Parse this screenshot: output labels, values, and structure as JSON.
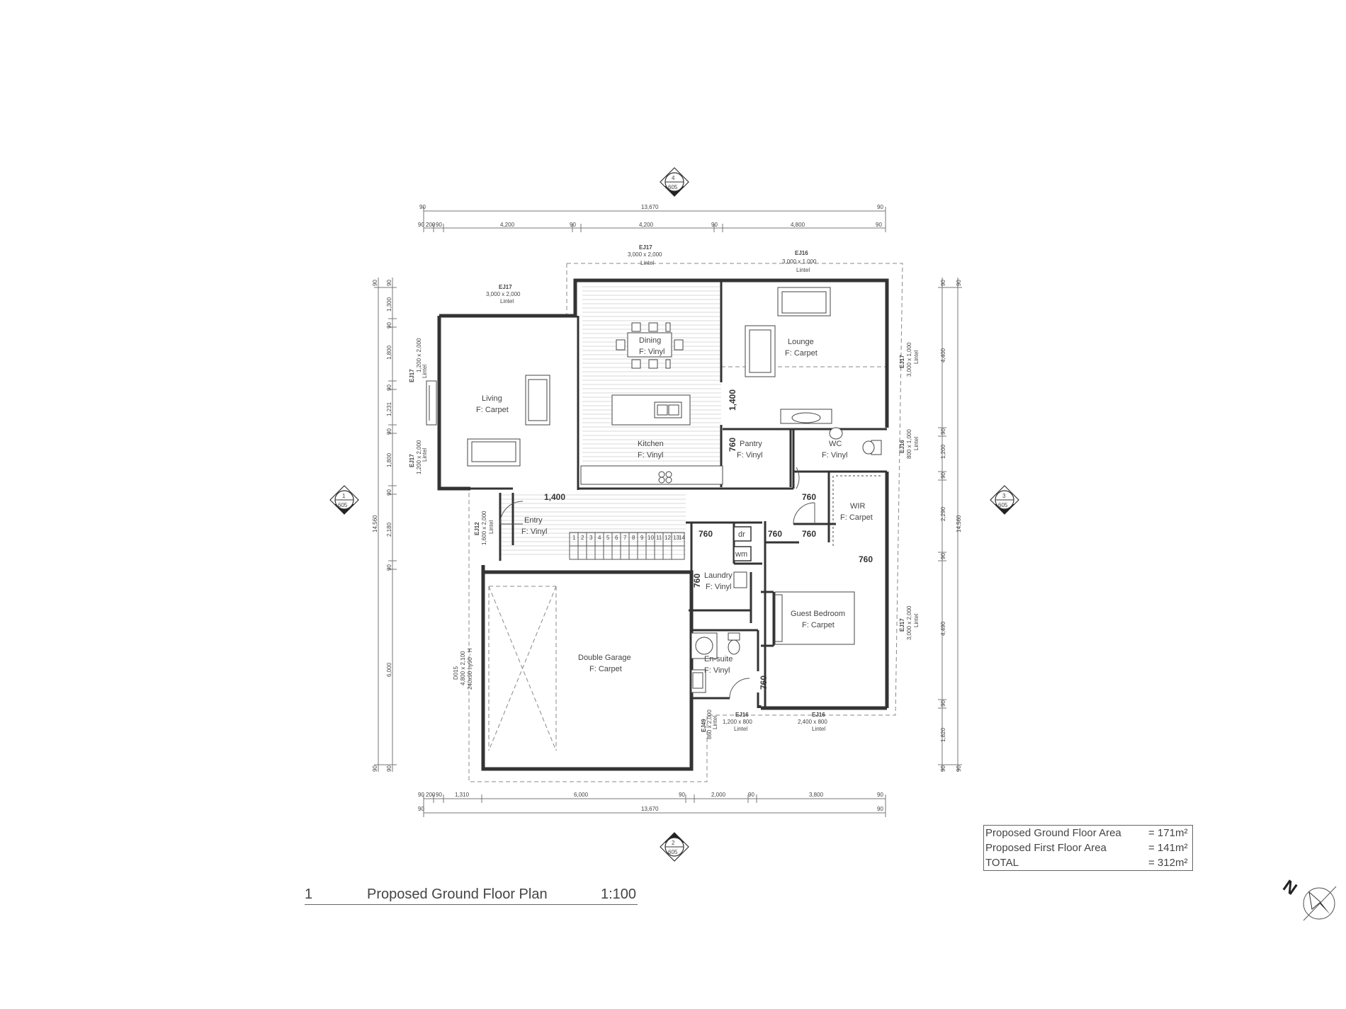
{
  "rooms": {
    "living": {
      "name": "Living",
      "floor": "F: Carpet"
    },
    "dining": {
      "name": "Dining",
      "floor": "F: Vinyl"
    },
    "lounge": {
      "name": "Lounge",
      "floor": "F: Carpet"
    },
    "kitchen": {
      "name": "Kitchen",
      "floor": "F: Vinyl"
    },
    "pantry": {
      "name": "Pantry",
      "floor": "F: Vinyl"
    },
    "wc": {
      "name": "WC",
      "floor": "F: Vinyl"
    },
    "wir": {
      "name": "WIR",
      "floor": "F: Carpet"
    },
    "entry": {
      "name": "Entry",
      "floor": "F: Vinyl"
    },
    "laundry": {
      "name": "Laundry",
      "floor": "F: Vinyl"
    },
    "guest_bedroom": {
      "name": "Guest Bedroom",
      "floor": "F: Carpet"
    },
    "ensuite": {
      "name": "En-suite",
      "floor": "F: Vinyl"
    },
    "garage": {
      "name": "Double Garage",
      "floor": "F: Carpet"
    }
  },
  "fixtures": {
    "dryer": "dr",
    "washing_machine": "wm"
  },
  "doors": {
    "width": "760",
    "stair_width": "1,400"
  },
  "section_markers": {
    "top": {
      "num": "4",
      "sheet": "605"
    },
    "bottom": {
      "num": "2",
      "sheet": "605"
    },
    "left": {
      "num": "1",
      "sheet": "605"
    },
    "right": {
      "num": "3",
      "sheet": "605"
    }
  },
  "dimensions": {
    "overall_width": "13,670",
    "overall_depth": "14,560",
    "wall": "90",
    "top_chain": [
      "90",
      "200",
      "90",
      "4,200",
      "90",
      "4,200",
      "90",
      "4,800",
      "90"
    ],
    "bottom_chain": [
      "90",
      "200",
      "90",
      "1,310",
      "6,000",
      "90",
      "2,000",
      "90",
      "3,800",
      "90"
    ],
    "left_chain": [
      "90",
      "1,300",
      "90",
      "1,800",
      "90",
      "1,231",
      "90",
      "1,800",
      "90",
      "2,180",
      "90",
      "6,000",
      "90"
    ],
    "right_chain": [
      "90",
      "4,400",
      "90",
      "1,200",
      "90",
      "2,290",
      "90",
      "4,490",
      "90",
      "1,820",
      "90"
    ]
  },
  "lintels": {
    "top_left": {
      "code": "EJ17",
      "size": "3,000 x 2,000",
      "note": "Lintel"
    },
    "top_mid": {
      "code": "EJ17",
      "size": "3,000 x 2,000",
      "note": "Lintel"
    },
    "top_right": {
      "code": "EJ16",
      "size": "3,000 x 1,000",
      "note": "Lintel"
    },
    "left_upper": {
      "code": "EJ17",
      "size": "1,200 x 2,000",
      "note": "Lintel"
    },
    "left_lower": {
      "code": "EJ17",
      "size": "1,200 x 2,000",
      "note": "Lintel"
    },
    "entry": {
      "code": "EJ12",
      "size": "1,600 x 2,000",
      "note": "Lintel"
    },
    "garage_door": {
      "code": "D015",
      "size": "4,800 x 2,100",
      "note": "240x90 hy90 - H"
    },
    "right_upper": {
      "code": "EJ17",
      "size": "3,000 x 1,000",
      "note": "Lintel"
    },
    "right_wc": {
      "code": "EJ16",
      "size": "800 x 1,000",
      "note": "Lintel"
    },
    "right_lower": {
      "code": "EJ17",
      "size": "3,000 x 2,000",
      "note": "Lintel"
    },
    "bottom_ensuite": {
      "code": "EJ16",
      "size": "1,200 x 800",
      "note": "Lintel"
    },
    "bottom_bedroom": {
      "code": "EJ16",
      "size": "2,400 x 800",
      "note": "Lintel"
    },
    "garage_side": {
      "code": "EJ49",
      "size": "860 x 2,000",
      "note": "Lintel"
    }
  },
  "stairs": [
    "1",
    "2",
    "3",
    "4",
    "5",
    "6",
    "7",
    "8",
    "9",
    "10",
    "11",
    "12",
    "13",
    "14"
  ],
  "areas": [
    {
      "label": "Proposed Ground Floor Area",
      "value": "= 171m²"
    },
    {
      "label": "Proposed First Floor Area",
      "value": "= 141m²"
    },
    {
      "label": "TOTAL",
      "value": "= 312m²"
    }
  ],
  "title": {
    "number": "1",
    "text": "Proposed Ground Floor Plan",
    "scale": "1:100"
  },
  "north": "N"
}
